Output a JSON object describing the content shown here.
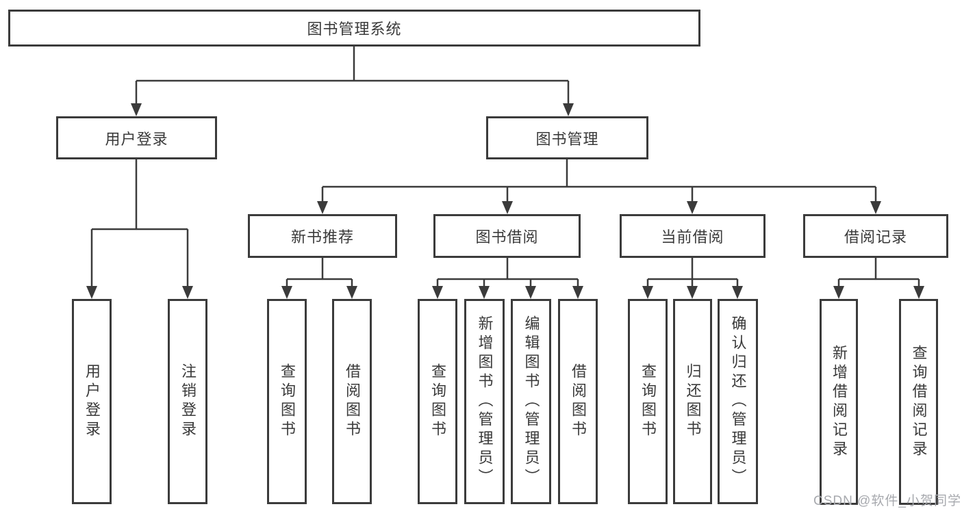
{
  "diagram": {
    "root": {
      "label": "图书管理系统"
    },
    "branches": [
      {
        "label": "用户登录",
        "children": [
          {
            "label": "用户登录"
          },
          {
            "label": "注销登录"
          }
        ]
      },
      {
        "label": "图书管理",
        "children": [
          {
            "label": "新书推荐",
            "children": [
              {
                "label": "查询图书"
              },
              {
                "label": "借阅图书"
              }
            ]
          },
          {
            "label": "图书借阅",
            "children": [
              {
                "label": "查询图书"
              },
              {
                "label": "新增图书（管理员）"
              },
              {
                "label": "编辑图书（管理员）"
              },
              {
                "label": "借阅图书"
              }
            ]
          },
          {
            "label": "当前借阅",
            "children": [
              {
                "label": "查询图书"
              },
              {
                "label": "归还图书"
              },
              {
                "label": "确认归还（管理员）"
              }
            ]
          },
          {
            "label": "借阅记录",
            "children": [
              {
                "label": "新增借阅记录"
              },
              {
                "label": "查询借阅记录"
              }
            ]
          }
        ]
      }
    ],
    "watermark": "CSDN @软件_小贺同学"
  },
  "colors": {
    "line": "#3b3b3b",
    "box_border": "#3b3b3b",
    "text": "#3a3a3a",
    "watermark": "#a7a9ae",
    "background": "#ffffff"
  }
}
